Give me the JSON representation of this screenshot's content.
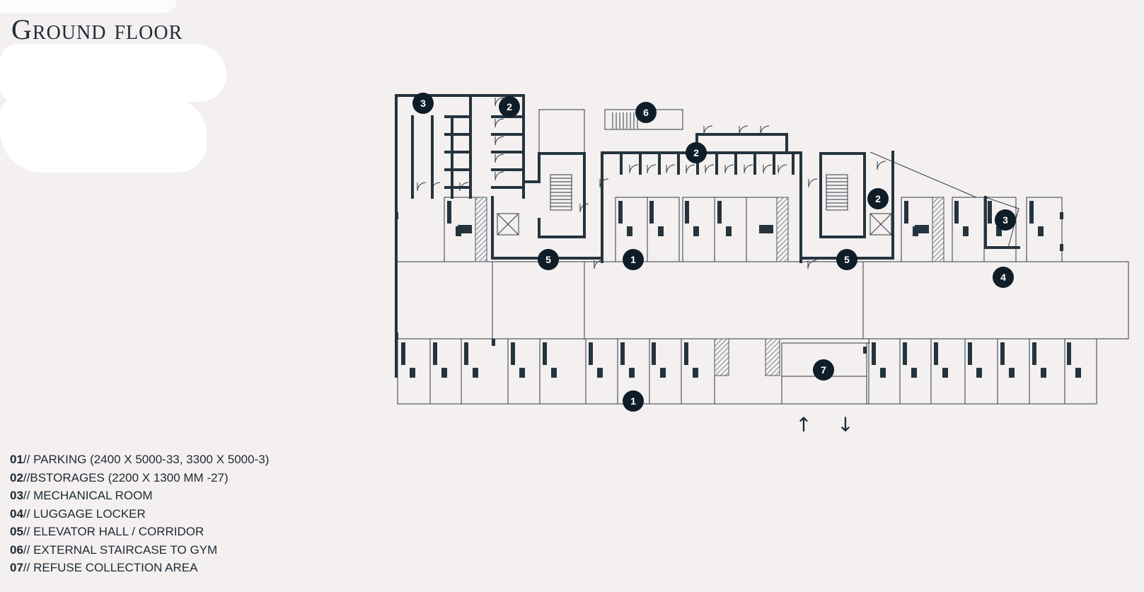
{
  "title": "Ground floor",
  "colors": {
    "background": "#f4f0ef",
    "wall": "#24343f",
    "line": "#2b3a45",
    "marker": "#0f1d29",
    "marker_text": "#ffffff"
  },
  "plan": {
    "markers": [
      {
        "label": "3"
      },
      {
        "label": "2"
      },
      {
        "label": "6"
      },
      {
        "label": "2"
      },
      {
        "label": "2"
      },
      {
        "label": "3"
      },
      {
        "label": "4"
      },
      {
        "label": "5"
      },
      {
        "label": "1"
      },
      {
        "label": "5"
      },
      {
        "label": "7"
      },
      {
        "label": "1"
      }
    ],
    "direction_arrows": {
      "in": "↑",
      "out": "↓"
    }
  },
  "legend": [
    {
      "num": "01",
      "text": "// PARKING (2400 X 5000-33, 3300 X 5000-3)"
    },
    {
      "num": "02",
      "text": "//BSTORAGES (2200 X 1300 MM -27)"
    },
    {
      "num": "03",
      "text": "// MECHANICAL ROOM"
    },
    {
      "num": "04",
      "text": "// LUGGAGE LOCKER"
    },
    {
      "num": "05",
      "text": "// ELEVATOR HALL / CORRIDOR"
    },
    {
      "num": "06",
      "text": "// EXTERNAL STAIRCASE TO GYM"
    },
    {
      "num": "07",
      "text": "// REFUSE COLLECTION AREA"
    }
  ]
}
